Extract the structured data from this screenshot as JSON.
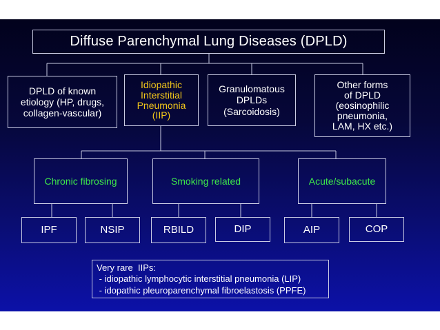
{
  "title": "Diffuse Parenchymal Lung Diseases (DPLD)",
  "level1": {
    "known": "DPLD of known\netiology (HP, drugs,\ncollagen-vascular)",
    "iip": "Idiopathic\nInterstitial\nPneumonia\n(IIP)",
    "granulomatous": "Granulomatous\nDPLDs\n(Sarcoidosis)",
    "other": "Other forms\nof DPLD\n(eosinophilic\npneumonia,\nLAM, HX etc.)"
  },
  "level2": {
    "chronic": "Chronic fibrosing",
    "smoking": "Smoking related",
    "acute": "Acute/subacute"
  },
  "level3": {
    "ipf": "IPF",
    "nsip": "NSIP",
    "rbild": "RBILD",
    "dip": "DIP",
    "aip": "AIP",
    "cop": "COP"
  },
  "note": {
    "heading": "Very rare  IIPs:",
    "line1": " - idiopathic lymphocytic interstitial pneumonia (LIP)",
    "line2": " - idopathic pleuroparenchymal fibroelastosis (PPFE)"
  },
  "colors": {
    "box_border": "#c9cbe3",
    "iip_text": "#f2c71a",
    "level2_text": "#3ee84a",
    "text": "#ffffff"
  }
}
